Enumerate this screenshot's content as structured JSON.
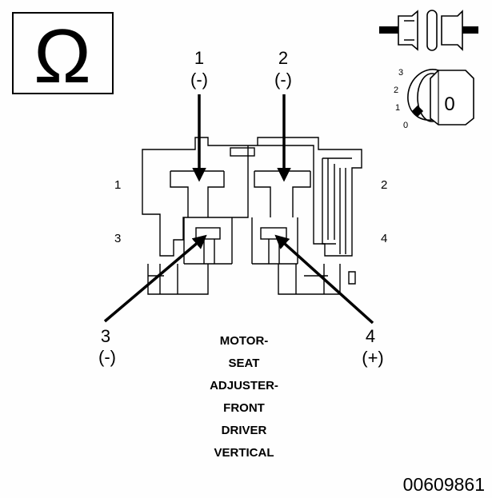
{
  "meter_symbol": "Ω",
  "probes": [
    {
      "number": "1",
      "polarity": "(-)"
    },
    {
      "number": "2",
      "polarity": "(-)"
    },
    {
      "number": "3",
      "polarity": "(-)"
    },
    {
      "number": "4",
      "polarity": "(+)"
    }
  ],
  "cavity_labels": {
    "left_top": "1",
    "left_bottom": "3",
    "right_top": "2",
    "right_bottom": "4"
  },
  "ignition_positions": [
    "3",
    "2",
    "1",
    "0"
  ],
  "key_position": "0",
  "caption_lines": [
    "MOTOR-",
    "SEAT",
    "ADJUSTER-",
    "FRONT",
    "DRIVER",
    "VERTICAL"
  ],
  "figure_id": "00609861"
}
